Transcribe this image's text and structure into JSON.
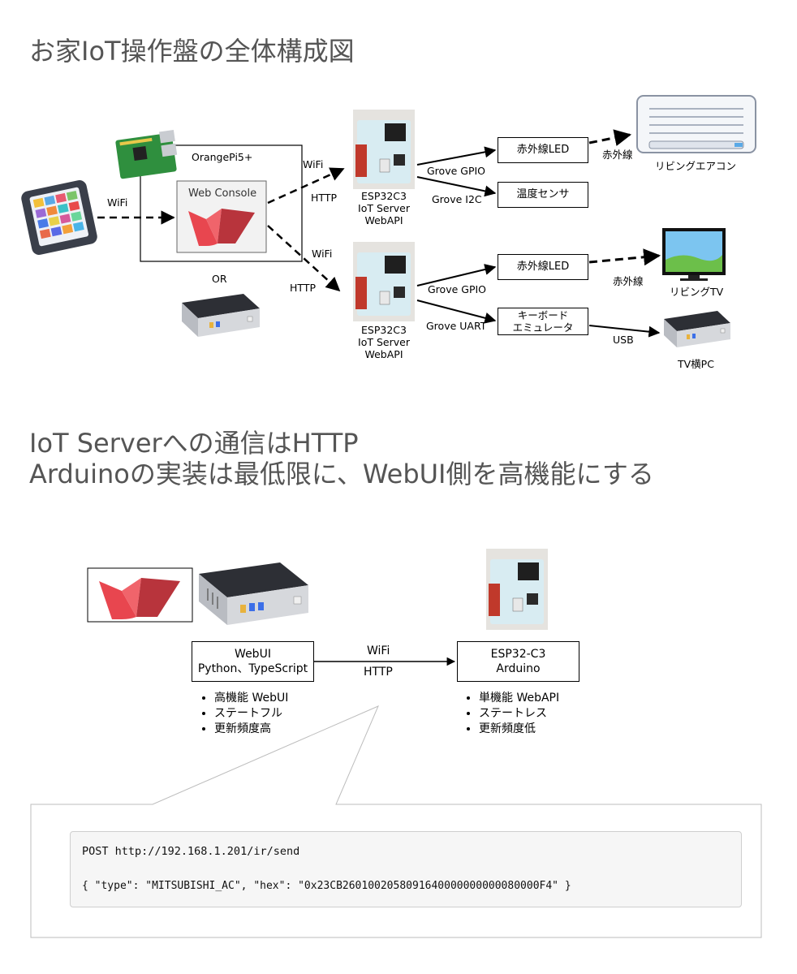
{
  "titles": {
    "main": "お家IoT操作盤の全体構成図",
    "section_line1": "IoT Serverへの通信はHTTP",
    "section_line2": "Arduinoの実装は最低限に、WebUI側を高機能にする"
  },
  "top_diagram": {
    "orangepi_label": "OrangePi5+",
    "web_console_label": "Web Console",
    "phone_wifi": "WiFi",
    "or_label": "OR",
    "link_upper_wifi": "WiFi",
    "link_upper_http": "HTTP",
    "link_lower_wifi": "WiFi",
    "link_lower_http": "HTTP",
    "esp_upper": {
      "line1": "ESP32C3",
      "line2": "IoT Server",
      "line3": "WebAPI"
    },
    "esp_lower": {
      "line1": "ESP32C3",
      "line2": "IoT Server",
      "line3": "WebAPI"
    },
    "grove_gpio_1": "Grove GPIO",
    "grove_i2c": "Grove I2C",
    "grove_gpio_2": "Grove GPIO",
    "grove_uart": "Grove UART",
    "ir_led_1": "赤外線LED",
    "temp_sensor": "温度センサ",
    "ir_led_2": "赤外線LED",
    "keyboard_emu_line1": "キーボード",
    "keyboard_emu_line2": "エミュレータ",
    "ir_1": "赤外線",
    "ir_2": "赤外線",
    "usb": "USB",
    "aircon_label": "リビングエアコン",
    "tv_label": "リビングTV",
    "tvpc_label": "TV横PC"
  },
  "bottom_diagram": {
    "webui_line1": "WebUI",
    "webui_line2": "Python、TypeScript",
    "link_wifi": "WiFi",
    "link_http": "HTTP",
    "esp_line1": "ESP32-C3",
    "esp_line2": "Arduino",
    "webui_points": [
      "高機能 WebUI",
      "ステートフル",
      "更新頻度高"
    ],
    "esp_points": [
      "単機能 WebAPI",
      "ステートレス",
      "更新頻度低"
    ]
  },
  "code": {
    "line1": "POST http://192.168.1.201/ir/send",
    "line2": "{ \"type\": \"MITSUBISHI_AC\", \"hex\": \"0x23CB2601002058091640000000000080000F4\" }"
  },
  "colors": {
    "title": "#555555",
    "streamlit_red": "#e8464f",
    "streamlit_dark": "#b8343c",
    "code_bg": "#f6f6f6"
  }
}
